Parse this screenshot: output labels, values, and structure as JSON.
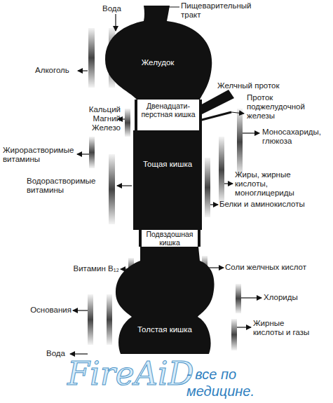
{
  "diagram": {
    "nodes": [
      {
        "text": [
          "Желудок"
        ]
      },
      {
        "text": [
          "Двенадцати-перстная кишка"
        ]
      },
      {
        "text": [
          "Тощая кишка"
        ]
      },
      {
        "text": [
          "Подвздошная кишка"
        ]
      },
      {
        "text": [
          "Толстая кишка"
        ]
      }
    ],
    "labels": [
      "Пищеварительный тракт",
      "Вода",
      "Алкоголь",
      "Желчный проток",
      "Проток поджелудочной железы",
      "Кальций Магний Железо",
      "Моносахариды, глюкоза",
      "Жирорастворимые витамины",
      "Жиры, жирные кислоты, моноглицериды",
      "Водорастворимые витамины",
      "Белки и аминокислоты",
      "Витамин B₁₂",
      "Соли желчных кислот",
      "Хлориды",
      "Основания",
      "Вода",
      "Жирные кислоты и газы",
      "FireAiD",
      "- все по медицине."
    ]
  }
}
